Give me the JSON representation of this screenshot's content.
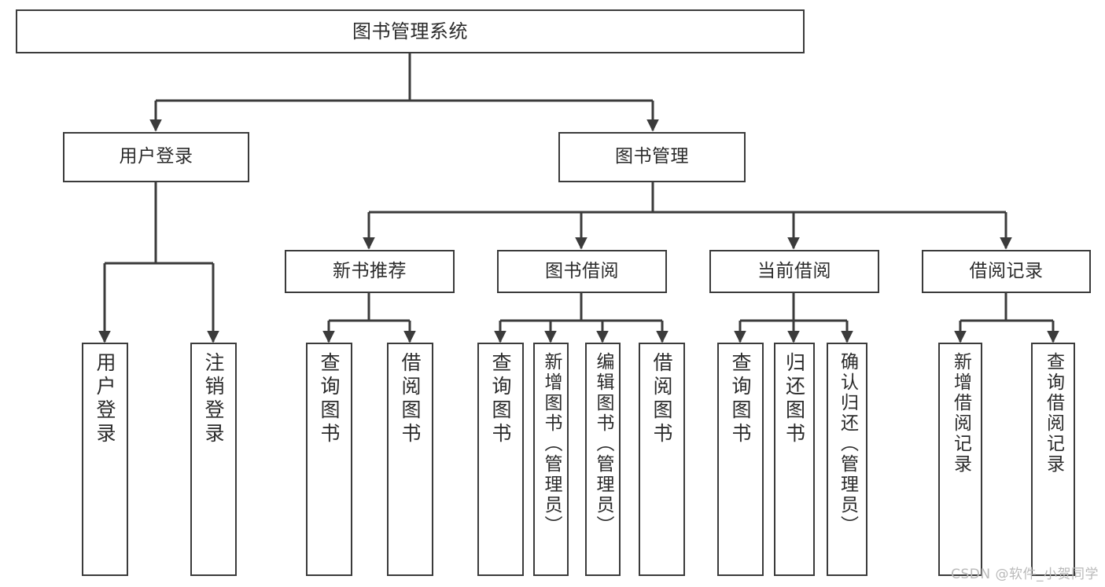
{
  "diagram": {
    "title": "图书管理系统",
    "type": "tree",
    "levels": 4,
    "colors": {
      "box_border": "#3b3b3b",
      "box_fill": "#ffffff",
      "edge": "#3b3b3b",
      "text": "#2b2b2b",
      "watermark": "#b9b9b9",
      "background": "#ffffff"
    },
    "nodes": {
      "root": {
        "label": "图书管理系统"
      },
      "l2": [
        {
          "label": "用户登录"
        },
        {
          "label": "图书管理"
        }
      ],
      "l3": [
        {
          "label": "新书推荐"
        },
        {
          "label": "图书借阅"
        },
        {
          "label": "当前借阅"
        },
        {
          "label": "借阅记录"
        }
      ],
      "leaves": {
        "user_login": [
          {
            "label": "用户登录"
          },
          {
            "label": "注销登录"
          }
        ],
        "new_book": [
          {
            "label": "查询图书"
          },
          {
            "label": "借阅图书"
          }
        ],
        "borrow": [
          {
            "label": "查询图书"
          },
          {
            "label": "新增图书（管理员）"
          },
          {
            "label": "编辑图书（管理员）"
          },
          {
            "label": "借阅图书"
          }
        ],
        "current": [
          {
            "label": "查询图书"
          },
          {
            "label": "归还图书"
          },
          {
            "label": "确认归还（管理员）"
          }
        ],
        "records": [
          {
            "label": "新增借阅记录"
          },
          {
            "label": "查询借阅记录"
          }
        ]
      }
    },
    "watermark": "CSDN @软件_小贺同学"
  }
}
